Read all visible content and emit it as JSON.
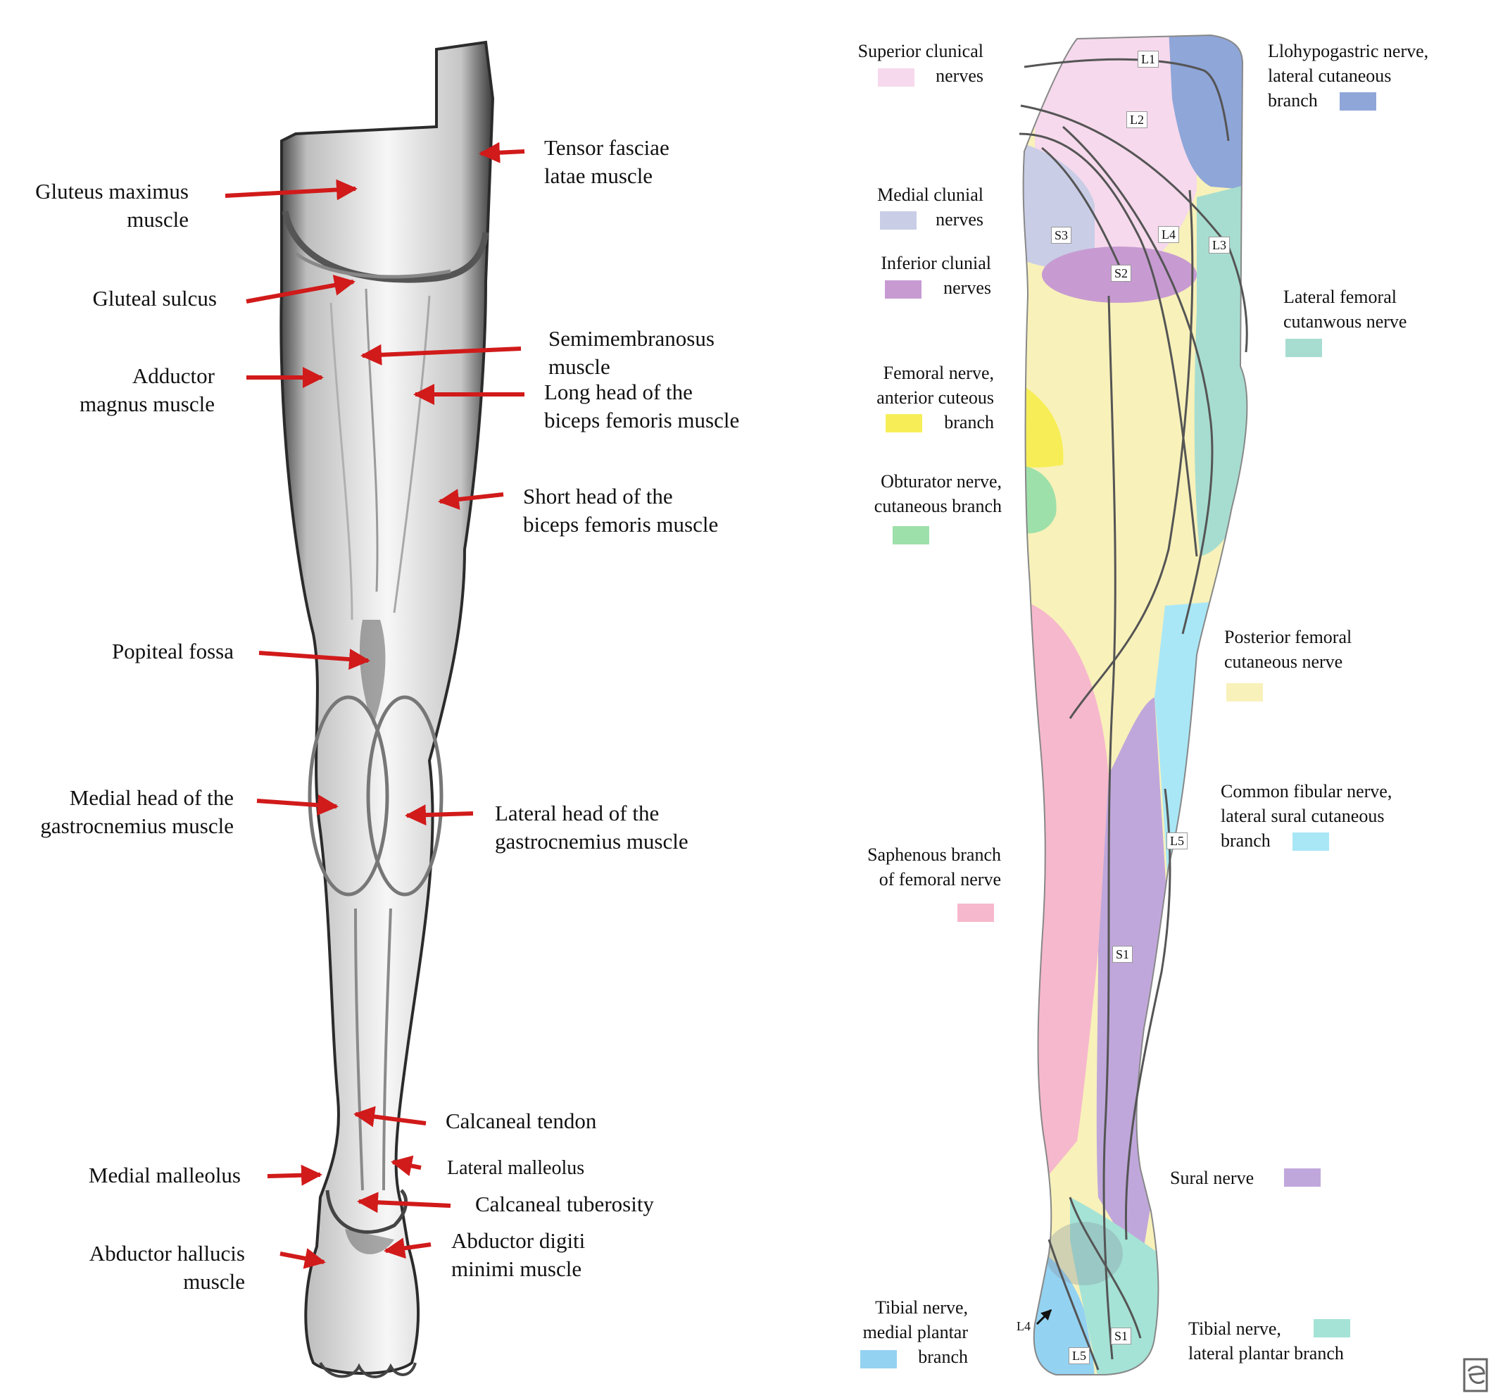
{
  "colors": {
    "superior_clunical": "#f6d9ec",
    "medial_clunial": "#c9cde6",
    "inferior_clunial": "#c79bd2",
    "femoral_anterior": "#f7ee57",
    "obturator": "#9ee0aa",
    "iliohypogastric": "#8fa6d9",
    "lateral_femoral": "#a7ddd0",
    "posterior_femoral": "#f8f1ba",
    "common_fibular": "#a9e7f6",
    "saphenous": "#f6b8cc",
    "sural": "#c0a7db",
    "tibial_medial": "#94d2f1",
    "tibial_lateral": "#a5e3d6",
    "arrow": "#d11a1a"
  },
  "muscle_labels": {
    "gluteus_maximus": [
      "Gluteus maximus",
      "muscle"
    ],
    "gluteal_sulcus": [
      "Gluteal sulcus"
    ],
    "adductor_magnus": [
      "Adductor",
      "magnus muscle"
    ],
    "popiteal_fossa": [
      "Popiteal fossa"
    ],
    "medial_head_gastrocnemius": [
      "Medial head of the",
      "gastrocnemius muscle"
    ],
    "medial_malleolus": [
      "Medial malleolus"
    ],
    "abductor_hallucis": [
      "Abductor hallucis",
      "muscle"
    ],
    "tensor_fasciae_latae": [
      "Tensor fasciae",
      "latae muscle"
    ],
    "semimembranosus": [
      "Semimembranosus",
      "muscle"
    ],
    "long_head_biceps": [
      "Long head of the",
      "biceps femoris muscle"
    ],
    "short_head_biceps": [
      "Short head of the",
      "biceps femoris muscle"
    ],
    "lateral_head_gastrocnemius": [
      "Lateral head of the",
      "gastrocnemius muscle"
    ],
    "calcaneal_tendon": [
      "Calcaneal tendon"
    ],
    "lateral_malleolus": [
      "Lateral malleolus"
    ],
    "calcaneal_tuberosity": [
      "Calcaneal tuberosity"
    ],
    "abductor_digiti_minimi": [
      "Abductor digiti",
      "minimi muscle"
    ]
  },
  "nerve_legend": {
    "superior_clunical": [
      "Superior clunical",
      "nerves"
    ],
    "medial_clunial": [
      "Medial clunial",
      "nerves"
    ],
    "inferior_clunial": [
      "Inferior clunial",
      "nerves"
    ],
    "femoral_anterior": [
      "Femoral nerve,",
      "anterior cuteous",
      "branch"
    ],
    "obturator": [
      "Obturator nerve,",
      "cutaneous branch"
    ],
    "saphenous": [
      "Saphenous branch",
      "of femoral nerve"
    ],
    "tibial_medial": [
      "Tibial nerve,",
      "medial plantar",
      "branch"
    ],
    "iliohypogastric": [
      "Llohypogastric nerve,",
      "lateral cutaneous",
      "branch"
    ],
    "lateral_femoral": [
      "Lateral femoral",
      "cutanwous nerve"
    ],
    "posterior_femoral": [
      "Posterior femoral",
      "cutaneous nerve"
    ],
    "common_fibular": [
      "Common fibular nerve,",
      "lateral sural cutaneous",
      "branch"
    ],
    "sural": [
      "Sural nerve"
    ],
    "tibial_lateral": [
      "Tibial nerve,",
      "lateral plantar branch"
    ]
  },
  "segments": {
    "l1": "L1",
    "l2": "L2",
    "s3": "S3",
    "l4": "L4",
    "l3": "L3",
    "s2": "S2",
    "l5": "L5",
    "s1": "S1",
    "l4_foot": "L4",
    "l5_foot": "L5",
    "s1_foot": "S1"
  },
  "logo_icon": "publisher-logo-icon"
}
